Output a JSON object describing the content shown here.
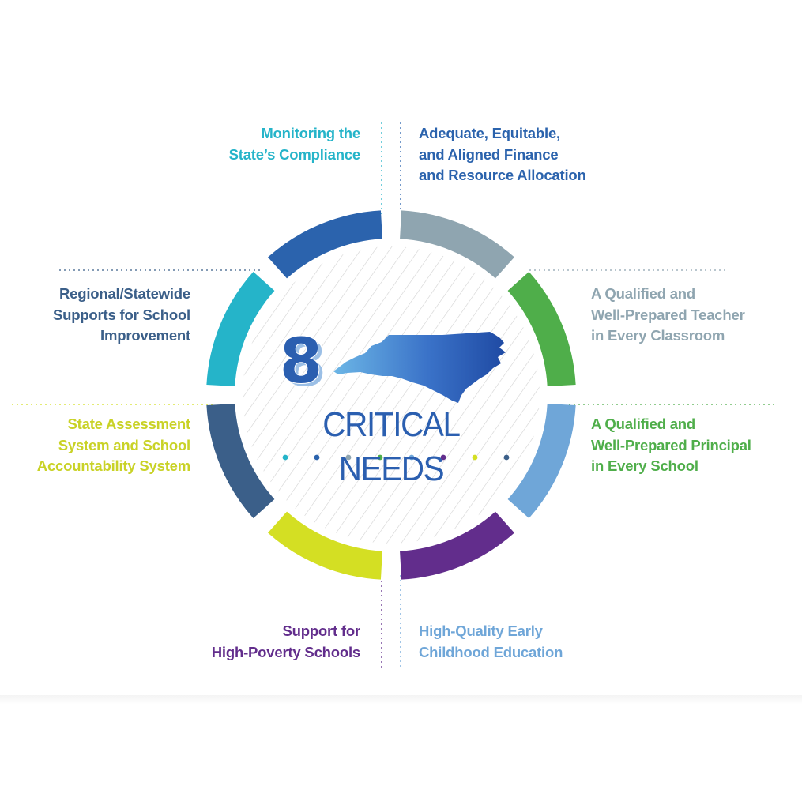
{
  "center": {
    "number": "8",
    "title": "CRITICAL NEEDS"
  },
  "needs": [
    {
      "id": "teacher",
      "lines": [
        "A Qualified and",
        "Well-Prepared Teacher",
        "in Every Classroom"
      ],
      "color": "#8fa5b0"
    },
    {
      "id": "principal",
      "lines": [
        "A Qualified and",
        "Well-Prepared Principal",
        "in Every School"
      ],
      "color": "#4fae4a"
    },
    {
      "id": "early-childhood",
      "lines": [
        "High-Quality Early",
        "Childhood Education"
      ],
      "color": "#6fa6d8"
    },
    {
      "id": "high-poverty",
      "lines": [
        "Support for",
        "High-Poverty Schools"
      ],
      "color": "#622d8c"
    },
    {
      "id": "assessment",
      "lines": [
        "State Assessment",
        "System and School",
        "Accountability System"
      ],
      "color": "#c9d227"
    },
    {
      "id": "regional",
      "lines": [
        "Regional/Statewide",
        "Supports for School",
        "Improvement"
      ],
      "color": "#3b5f89"
    },
    {
      "id": "monitoring",
      "lines": [
        "Monitoring the",
        "State’s Compliance"
      ],
      "color": "#25b4c9"
    },
    {
      "id": "finance",
      "lines": [
        "Adequate, Equitable,",
        "and Aligned Finance",
        "and Resource Allocation"
      ],
      "color": "#2b63ad"
    }
  ],
  "ring_colors": [
    "#8fa5b0",
    "#4fae4a",
    "#6fa6d8",
    "#622d8c",
    "#d4df23",
    "#3b5f89",
    "#25b4c9",
    "#2b63ad"
  ],
  "dot_colors": [
    "#25b4c9",
    "#2b63ad",
    "#8fa5b0",
    "#4fae4a",
    "#6fa6d8",
    "#622d8c",
    "#d4df23",
    "#3b5f89"
  ],
  "map": {
    "icon": "north-carolina-map-icon",
    "color": "#3a72c8"
  }
}
